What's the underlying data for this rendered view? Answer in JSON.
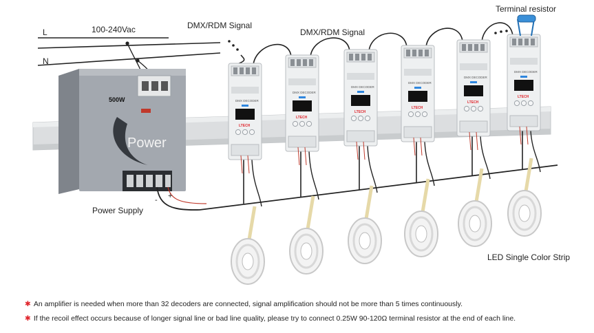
{
  "mains": {
    "line_label": "L",
    "neutral_label": "N",
    "voltage_label": "100-240Vac"
  },
  "power_supply": {
    "brand_text": "Power",
    "wattage": "500W",
    "caption": "Power Supply",
    "terminal_polarity": {
      "minus": "-",
      "plus": "+"
    }
  },
  "signal_labels": {
    "left": "DMX/RDM Signal",
    "middle": "DMX/RDM Signal"
  },
  "terminal_resistor_label": "Terminal resistor",
  "decoder": {
    "model_text": "DMX DECODER",
    "brand_text": "LTECH"
  },
  "decoder_count": 6,
  "strip_caption": "LED Single Color Strip",
  "notes": [
    "An amplifier is needed when more than 32 decoders are connected, signal amplification should not be more than 5 times continuously.",
    "If the recoil effect occurs because of longer signal line or bad line quality, please try to connect 0.25W 90-120Ω terminal resistor at the end of each line."
  ],
  "colors": {
    "accent_red": "#e0242b",
    "psu_body": "#9ea3aa",
    "decoder_body": "#eef0f1",
    "rail": "#d9dbdd",
    "wire": "#2a2a2a"
  }
}
